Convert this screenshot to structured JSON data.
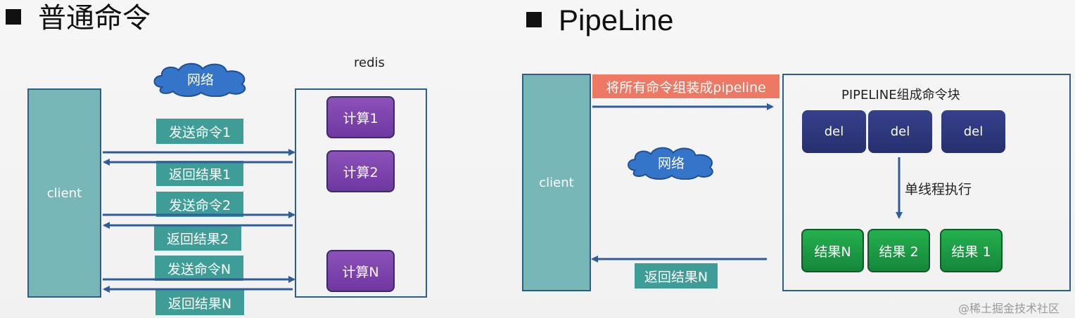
{
  "left": {
    "title": "普通命令",
    "redis_label": "redis",
    "network_label": "网络",
    "client_label": "client",
    "calcs": [
      "计算1",
      "计算2",
      "计算N"
    ],
    "messages": [
      "发送命令1",
      "返回结果1",
      "发送命令2",
      "返回结果2",
      "发送命令N",
      "返回结果N"
    ]
  },
  "right": {
    "title": "PipeLine",
    "client_label": "client",
    "network_label": "网络",
    "banner": "将所有命令组装成pipeline",
    "block_title": "PIPELINE组成命令块",
    "dels": [
      "del",
      "del",
      "del"
    ],
    "exec_label": "单线程执行",
    "results": [
      "结果N",
      "结果 2",
      "结果 1"
    ],
    "return_label": "返回结果N"
  },
  "watermark": "@稀土掘金技术社区",
  "colors": {
    "client_fill": "#77b7b8",
    "box_border": "#2f5d89",
    "arrow": "#2f5d9a",
    "calc_fill": "#7d45ad",
    "label_fill": "#3e9e97",
    "banner_fill": "#ed7864",
    "del_fill": "#2d3880",
    "result_fill": "#1f9e46",
    "cloud_fill": "#3575c9"
  }
}
